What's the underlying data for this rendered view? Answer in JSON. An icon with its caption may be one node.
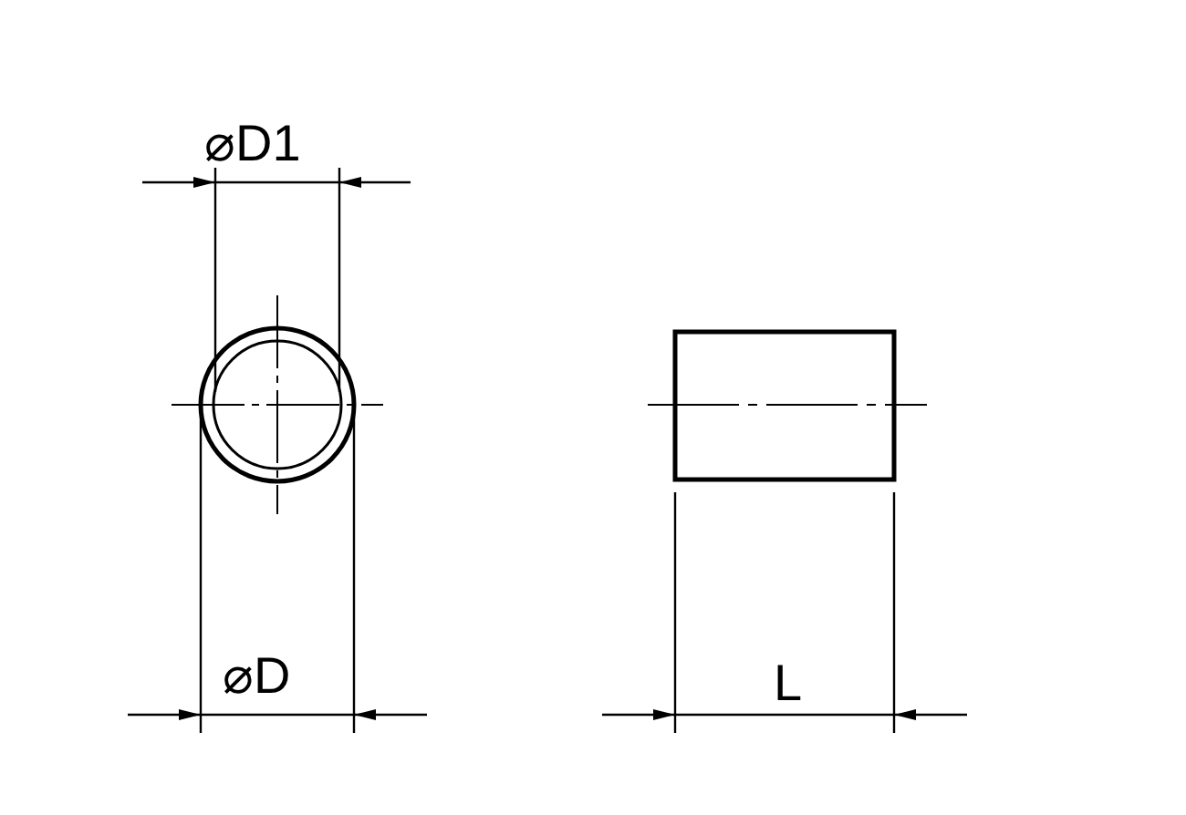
{
  "diagram": {
    "labels": [
      "⌀D1",
      "⌀D",
      "L"
    ]
  }
}
